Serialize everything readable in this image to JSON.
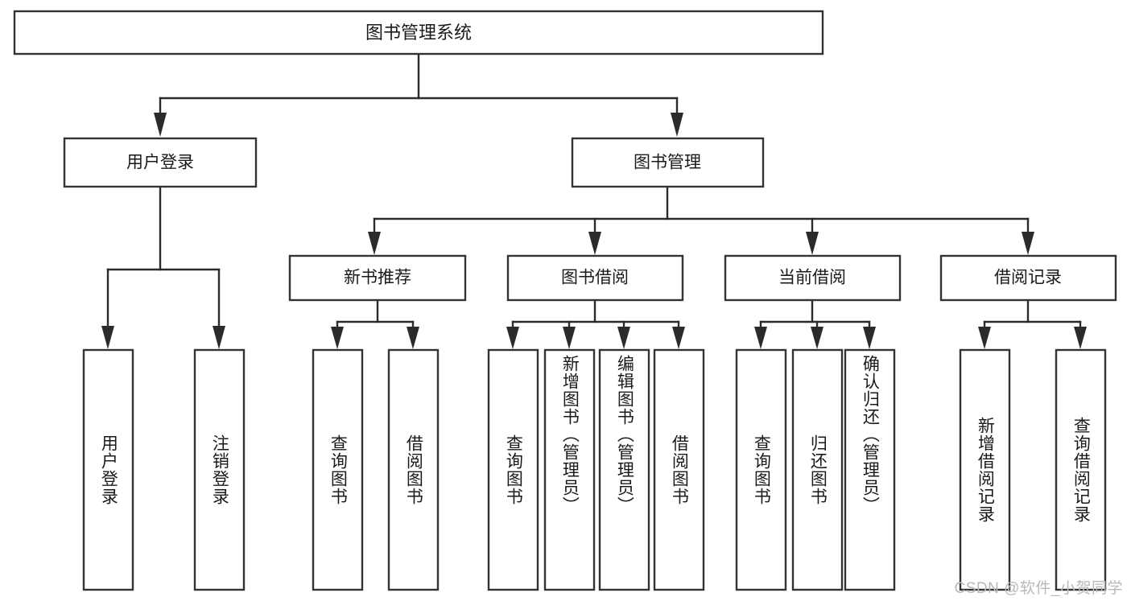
{
  "diagram": {
    "type": "tree-hierarchy",
    "title": "图书管理系统",
    "watermark": "CSDN @软件_小贺同学",
    "colors": {
      "box_stroke": "#333333",
      "box_fill": "#ffffff",
      "connector": "#2b2b2b",
      "text": "#1a1a1a",
      "background": "#ffffff",
      "watermark": "#b9b9b9"
    },
    "levels": {
      "root": {
        "label": "图书管理系统"
      },
      "level1": [
        {
          "label": "用户登录"
        },
        {
          "label": "图书管理"
        }
      ],
      "level2": [
        {
          "label": "新书推荐"
        },
        {
          "label": "图书借阅"
        },
        {
          "label": "当前借阅"
        },
        {
          "label": "借阅记录"
        }
      ],
      "leaves": [
        {
          "label": "用户登录",
          "parent": "用户登录"
        },
        {
          "label": "注销登录",
          "parent": "用户登录"
        },
        {
          "label": "查询图书",
          "parent": "新书推荐"
        },
        {
          "label": "借阅图书",
          "parent": "新书推荐"
        },
        {
          "label": "查询图书",
          "parent": "图书借阅"
        },
        {
          "label": "新增图书（管理员）",
          "parent": "图书借阅"
        },
        {
          "label": "编辑图书（管理员）",
          "parent": "图书借阅"
        },
        {
          "label": "借阅图书",
          "parent": "图书借阅"
        },
        {
          "label": "查询图书",
          "parent": "当前借阅"
        },
        {
          "label": "归还图书",
          "parent": "当前借阅"
        },
        {
          "label": "确认归还（管理员）",
          "parent": "当前借阅"
        },
        {
          "label": "新增借阅记录",
          "parent": "借阅记录"
        },
        {
          "label": "查询借阅记录",
          "parent": "借阅记录"
        }
      ]
    }
  }
}
